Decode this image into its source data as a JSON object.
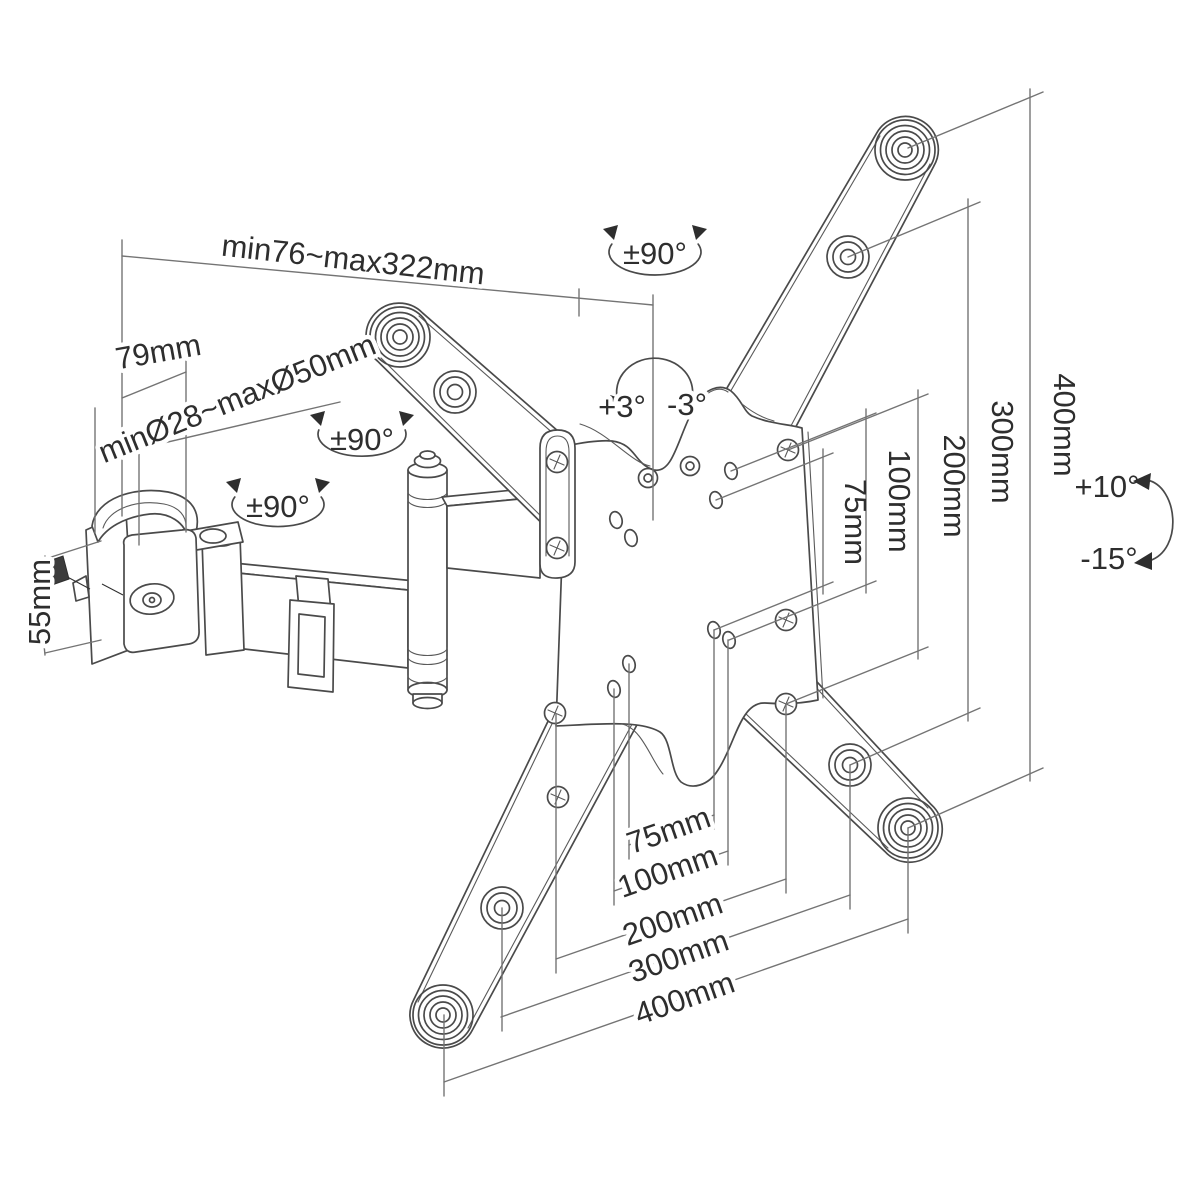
{
  "labels": {
    "arm_reach": "min76~max322mm",
    "clamp_offset": "79mm",
    "pole_diameter": "minØ28~maxØ50mm",
    "clamp_height": "55mm",
    "swivel_clamp": "±90°",
    "swivel_arm": "±90°",
    "swivel_plate": "±90°",
    "level_plus": "+3°",
    "level_minus": "-3°",
    "tilt_up": "+10°",
    "tilt_down": "-15°",
    "vesa_vertical": [
      "75mm",
      "100mm",
      "200mm",
      "300mm",
      "400mm"
    ],
    "vesa_horizontal": [
      "75mm",
      "100mm",
      "200mm",
      "300mm",
      "400mm"
    ]
  }
}
